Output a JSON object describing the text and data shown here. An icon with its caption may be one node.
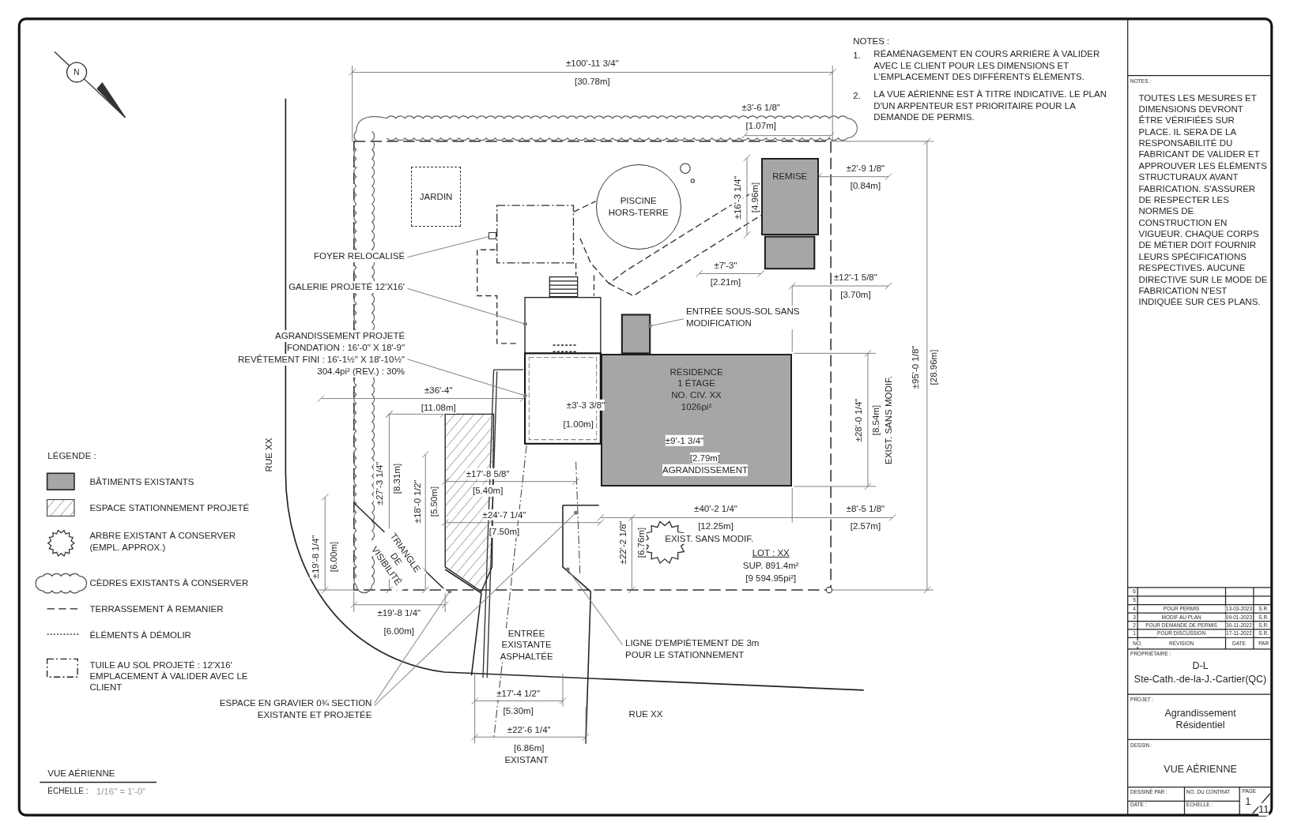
{
  "diagram": {
    "nodes": [
      {
        "text": [
          "JARDIN"
        ]
      },
      {
        "text": [
          "PISCINE HORS-TERRE"
        ]
      },
      {
        "text": [
          "REMISE"
        ]
      },
      {
        "text": [
          "RÉSIDENCE",
          "1 ÉTAGE",
          "NO. CIV. XX",
          "1026pi²"
        ]
      },
      {
        "text": [
          "FOYER RELOCALISÉ"
        ]
      },
      {
        "text": [],
        "shape": "box"
      },
      {
        "text": [
          "GALERIE PROJETÉ 12'X16'"
        ]
      },
      {
        "text": [
          "AGRANDISSEMENT PROJETÉ",
          "FONDATION : 16'-0\" X 18'-9\"",
          "REVÊTEMENT FINI : 16'-1½\" X 18'-10½\"",
          "304.4pi² (REV.) : 30%"
        ]
      },
      {
        "text": [
          "ENTRÉE SOUS-SOL SANS MODIFICATION"
        ]
      },
      {
        "text": [
          "LIGNE D'EMPIÈTEMENT DE 3m POUR LE STATIONNEMENT"
        ]
      },
      {
        "text": [
          "ESPACE EN GRAVIER 0¾ SECTION EXISTANTE ET PROJETÉE"
        ]
      },
      {
        "text": [],
        "shape": "box"
      },
      {
        "text": [],
        "shape": "box"
      },
      {
        "text": [],
        "shape": "box"
      },
      {
        "text": [],
        "shape": "box"
      }
    ],
    "edges": [
      {
        "from": 4,
        "to": 5,
        "arrow": "none"
      },
      {
        "from": 6,
        "to": 11,
        "arrow": "other"
      },
      {
        "from": 7,
        "to": 12,
        "arrow": "other"
      },
      {
        "from": 8,
        "to": 13,
        "arrow": "other"
      },
      {
        "from": 9,
        "to": null,
        "arrow": "other"
      },
      {
        "from": 10,
        "to": 14,
        "arrow": "other"
      },
      {
        "from": 10,
        "to": null,
        "arrow": "other"
      }
    ],
    "labels": [
      "NOTES :",
      "1.",
      "RÉAMÉNAGEMENT EN COURS ARRIÈRE À VALIDER AVEC LE CLIENT POUR LES DIMENSIONS ET L'EMPLACEMENT DES DIFFÉRENTS ÉLÉMENTS.",
      "2.",
      "LA VUE AÉRIENNE EST À TITRE INDICATIVE. LE PLAN D'UN ARPENTEUR EST PRIORITAIRE POUR LA DEMANDE DE PERMIS.",
      "±100'-11 3/4\"",
      "[30.78m]",
      "±3'-6 1/8\"",
      "[1.07m]",
      "±16'-3 1/4\"",
      "[4.96m]",
      "±2'-9 1/8\"",
      "[0.84m]",
      "±7'-3\"",
      "[2.21m]",
      "±12'-1 5/8\"",
      "[3.70m]",
      "±95'-0 1/8\"",
      "[28.96m]",
      "±36'-4\"",
      "[11.08m]",
      "±3'-3 3/8\"",
      "[1.00m]",
      "±28'-0 1/4\"",
      "[8.54m]",
      "EXIST. SANS MODIF.",
      "±9'-1 3/4\"",
      "[2.79m]",
      "AGRANDISSEMENT",
      "±27'-3 1/4\"",
      "[8.31m]",
      "±18'-0 1/2\"",
      "[5.50m]",
      "±17'-8 5/8\"",
      "[5.40m]",
      "±24'-7 1/4\"",
      "[7.50m]",
      "±40'-2 1/4\"",
      "[12.25m]",
      "±8'-5 1/8\"",
      "[2.57m]",
      "EXIST. SANS MODIF.",
      "±22'-2 1/8\"",
      "[6.76m]",
      "LOT : XX",
      "SUP. 891.4m²",
      "[9 594.95pi²]",
      "RUE XX",
      "±19'-8 1/4\"",
      "[6.00m]",
      "TRIANGLE DE VISIBILITÉ",
      "±19'-8 1/4\"",
      "[6.00m]",
      "ENTRÉE EXISTANTE ASPHALTÉE",
      "±17'-4 1/2\"",
      "[5.30m]",
      "±22'-6 1/4\"",
      "[6.86m]",
      "EXISTANT",
      "RUE XX",
      "LÉGENDE :",
      "VUE AÉRIENNE",
      "ÉCHELLE :",
      "1/16\" = 1'-0\"",
      "N",
      "NOTES :",
      "TOUTES LES MESURES ET DIMENSIONS DEVRONT ÊTRE VÉRIFIÉES SUR PLACE. IL SERA DE LA RESPONSABILITÉ DU FABRICANT DE VALIDER ET APPROUVER LES ÉLÉMENTS STRUCTURAUX AVANT FABRICATION. S'ASSURER DE RESPECTER LES NORMES DE CONSTRUCTION EN VIGUEUR. CHAQUE CORPS DE MÉTIER DOIT FOURNIR LEURS SPÉCIFICATIONS RESPECTIVES. AUCUNE DIRECTIVE SUR LE MODE DE FABRICATION N'EST INDIQUÉE SUR CES PLANS.",
      "6",
      "5",
      "4",
      "POUR PERMIS",
      "13-03-2023",
      "S.R.",
      "3",
      "MODIF AU PLAN",
      "09-01-2023",
      "S.R.",
      "2",
      "POUR DEMANDE DE PERMIS",
      "30-11-2022",
      "S.R.",
      "1",
      "POUR DISCUSSION",
      "17-11-2022",
      "S.R.",
      "NO.",
      "RÉVISION",
      "DATE",
      "PAR",
      "PROPRIÉTAIRE :",
      "D-L",
      "Ste-Cath.-de-la-J.-Cartier(QC)",
      "PROJET :",
      "Agrandissement Résidentiel",
      "DESSIN :",
      "VUE AÉRIENNE",
      "DESSINÉ PAR :",
      "NO. DU CONTRAT",
      "PAGE",
      "1",
      "11",
      "DATE :",
      "ÉCHELLE :"
    ],
    "legend": [
      {
        "text": "BÂTIMENTS EXISTANTS",
        "color": "#a6a6a6"
      },
      {
        "text": "ESPACE STATIONNEMENT PROJETÉ"
      },
      {
        "text": "ARBRE EXISTANT À CONSERVER (EMPL. APPROX.)"
      },
      {
        "text": "CÈDRES EXISTANTS À CONSERVER"
      },
      {
        "text": "TERRASSEMENT À REMANIER"
      },
      {
        "text": "ÉLÉMENTS À DÉMOLIR"
      },
      {
        "text": "TUILE AU SOL PROJETÉ : 12'X16' EMPLACEMENT À VALIDER AVEC LE CLIENT"
      }
    ]
  }
}
